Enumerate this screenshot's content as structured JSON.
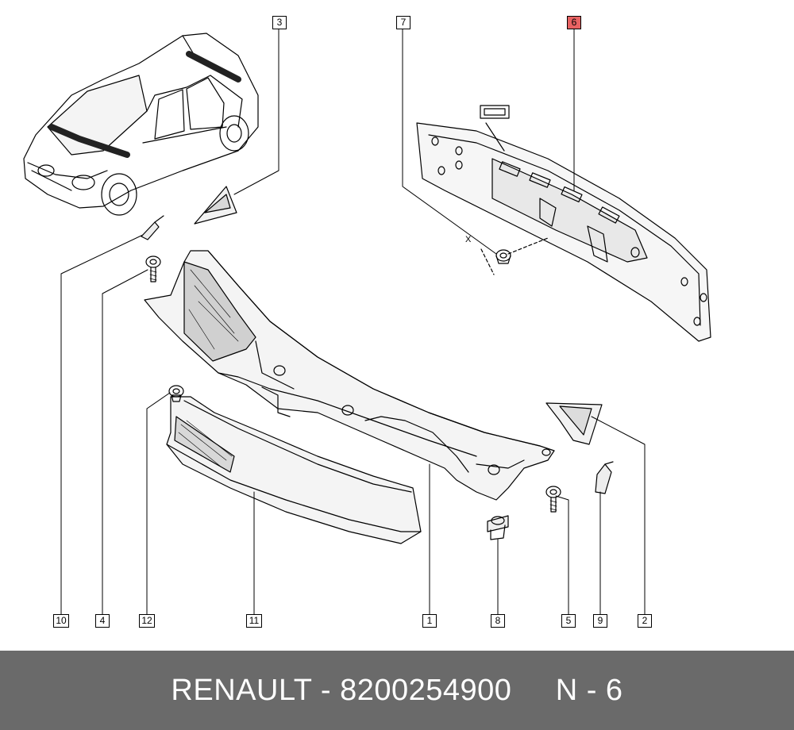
{
  "diagram": {
    "active_callout": "6",
    "callouts_top": [
      "3",
      "7",
      "6"
    ],
    "callouts_bottom": [
      "10",
      "4",
      "12",
      "11",
      "1",
      "8",
      "5",
      "9",
      "2"
    ],
    "axis_marker": "X",
    "colors": {
      "active_callout": "#e86262",
      "footer_bg": "#6a6a6a",
      "footer_text": "#ffffff",
      "line": "#000000"
    }
  },
  "footer": {
    "brand": "RENAULT",
    "separator": "-",
    "part_number": "8200254900",
    "position": "N - 6"
  }
}
